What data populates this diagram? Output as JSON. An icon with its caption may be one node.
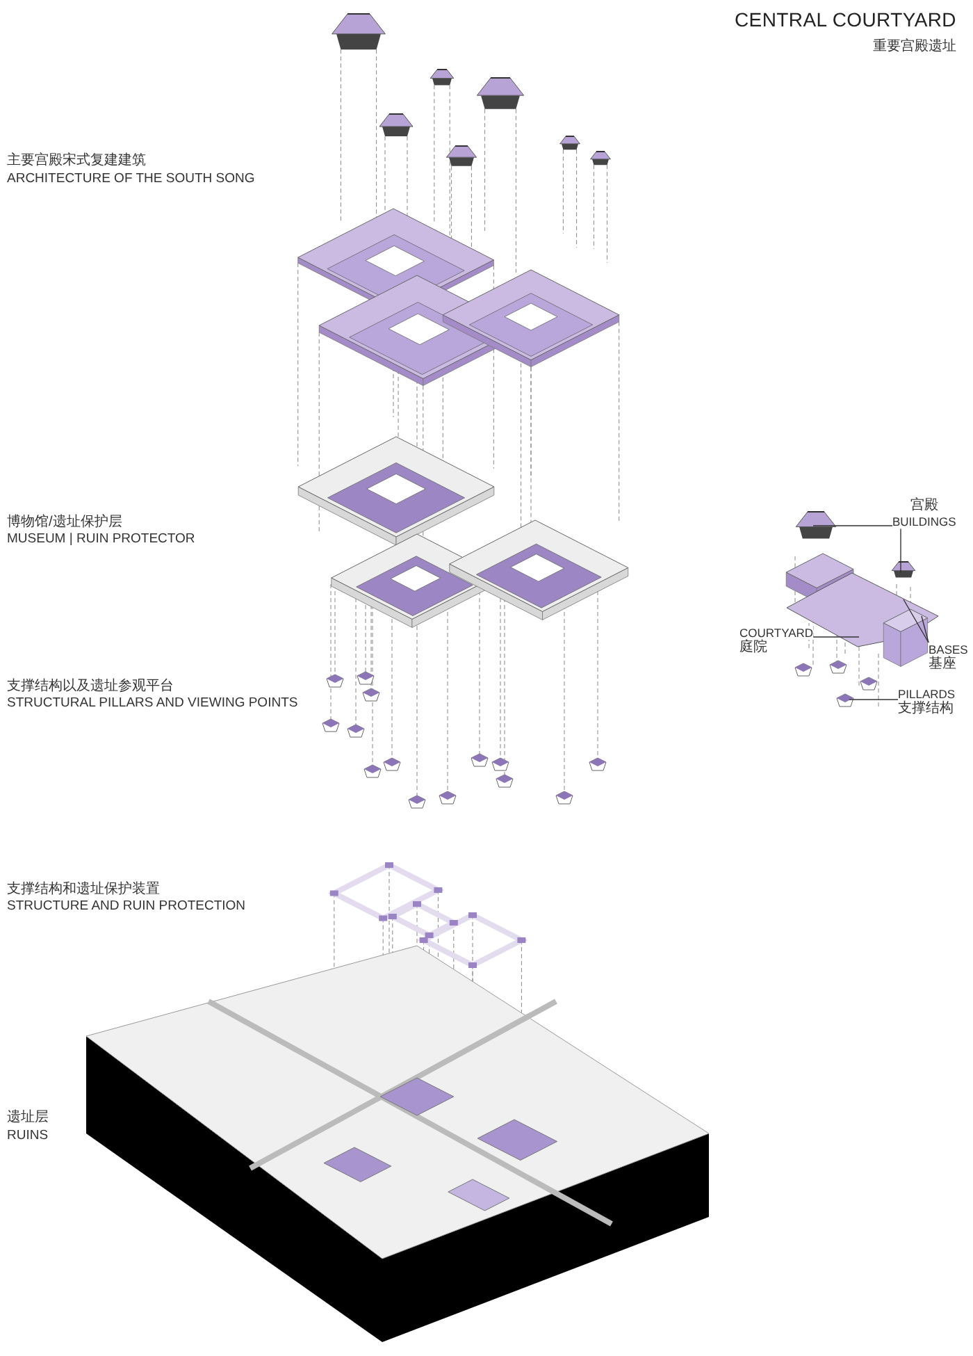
{
  "diagram": {
    "title": "CENTRAL COURTYARD",
    "nodes": [
      {
        "text": [
          "宫殿",
          "BUILDINGS"
        ]
      },
      {
        "text": [
          "COURTYARD",
          "庭院"
        ]
      },
      {
        "text": [
          "BASES",
          "基座"
        ]
      },
      {
        "text": [
          "PILLARDS",
          "支撑结构"
        ]
      }
    ],
    "edges": [
      {
        "from": 0,
        "to": null,
        "arrow": "none"
      },
      {
        "from": 0,
        "to": null,
        "arrow": "none"
      },
      {
        "from": 1,
        "to": null,
        "arrow": "none"
      },
      {
        "from": 2,
        "to": null,
        "arrow": "none"
      },
      {
        "from": 2,
        "to": null,
        "arrow": "none"
      },
      {
        "from": 3,
        "to": null,
        "arrow": "none"
      }
    ],
    "labels": [
      "重要宫殿遗址",
      "主要宫殿宋式复建建筑",
      "ARCHITECTURE OF THE SOUTH SONG",
      "博物馆/遗址保护层",
      "MUSEUM | RUIN PROTECTOR",
      "支撑结构以及遗址参观平台",
      "STRUCTURAL PILLARS AND VIEWING POINTS",
      "支撑结构和遗址保护装置",
      "STRUCTURE AND RUIN PROTECTION",
      "遗址层",
      "RUINS"
    ]
  }
}
